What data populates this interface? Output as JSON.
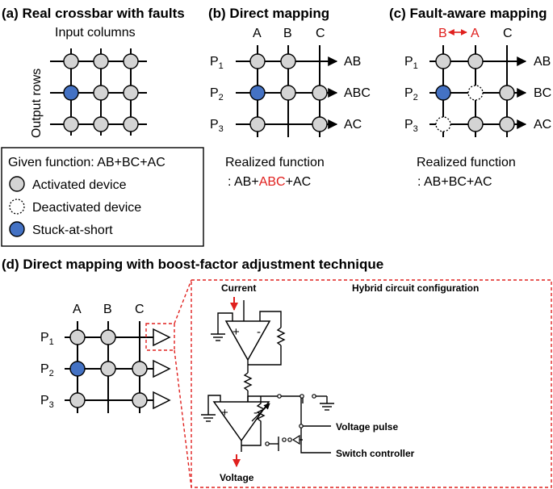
{
  "panel_a": {
    "title": "(a) Real crossbar with faults",
    "input_label": "Input columns",
    "output_label": "Output rows"
  },
  "legend": {
    "function": "Given function: AB+BC+AC",
    "activated": "Activated device",
    "deactivated": "Deactivated device",
    "stuck": "Stuck-at-short"
  },
  "panel_b": {
    "title": "(b) Direct mapping",
    "cols": [
      "A",
      "B",
      "C"
    ],
    "rows": [
      "P",
      "P",
      "P"
    ],
    "row_subs": [
      "1",
      "2",
      "3"
    ],
    "outputs": [
      "AB",
      "ABC",
      "AC"
    ],
    "realized_label": "Realized function",
    "realized_prefix": ": AB+",
    "realized_error": "ABC",
    "realized_suffix": "+AC"
  },
  "panel_c": {
    "title": "(c) Fault-aware mapping",
    "col_b": "B",
    "col_a": "A",
    "col_c": "C",
    "swap_arrow": "↔",
    "rows": [
      "P",
      "P",
      "P"
    ],
    "row_subs": [
      "1",
      "2",
      "3"
    ],
    "outputs": [
      "AB",
      "BC",
      "AC"
    ],
    "realized_label": "Realized function",
    "realized_value": ": AB+BC+AC"
  },
  "panel_d": {
    "title": "(d) Direct mapping with boost-factor adjustment technique",
    "cols": [
      "A",
      "B",
      "C"
    ],
    "rows": [
      "P",
      "P",
      "P"
    ],
    "row_subs": [
      "1",
      "2",
      "3"
    ],
    "hybrid_label": "Hybrid circuit configuration",
    "current_label": "Current",
    "voltage_label": "Voltage",
    "voltage_pulse_label": "Voltage pulse",
    "switch_controller_label": "Switch controller",
    "plus": "+",
    "minus": "-"
  },
  "colors": {
    "activated": "#d4d4d4",
    "stuck": "#4472c4",
    "highlight": "#e0201e"
  }
}
